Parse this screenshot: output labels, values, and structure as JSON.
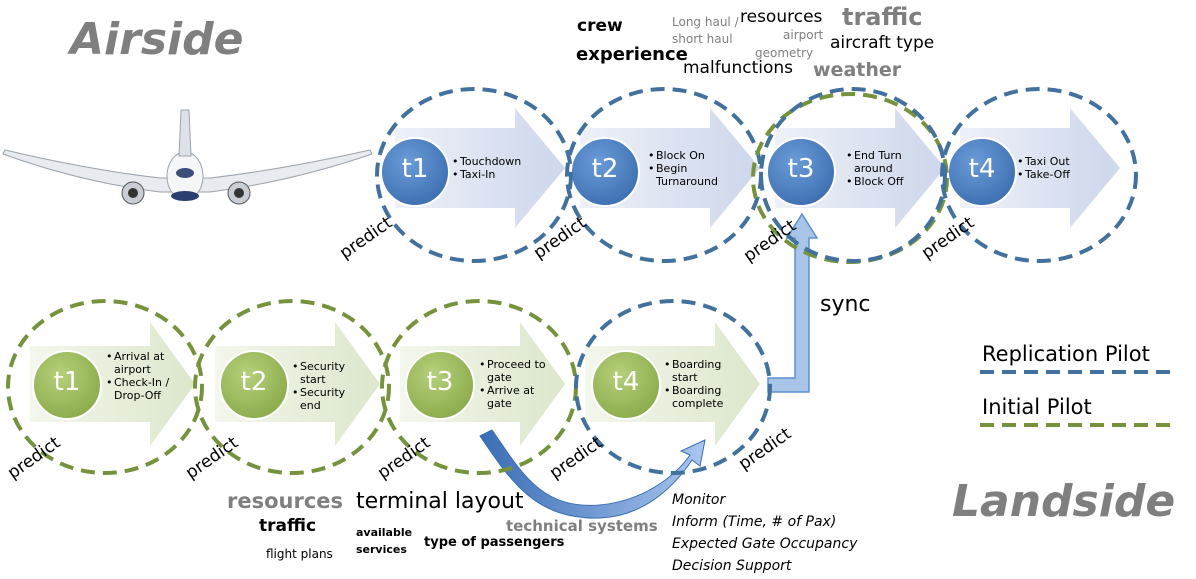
{
  "colors": {
    "replication": "#41719c",
    "initial": "#76923c",
    "blue_circle": "#4a7ebb",
    "green_circle": "#9bbb59",
    "blue_arrow": "#d6dced",
    "green_arrow": "#e2ebd5",
    "sync_arrow": "#a8c4e6"
  },
  "airside": {
    "title": "Airside",
    "steps": [
      {
        "id": "t1",
        "lines": [
          "Touchdown",
          "Taxi-In"
        ]
      },
      {
        "id": "t2",
        "lines": [
          "Block On",
          "Begin Turnaround"
        ]
      },
      {
        "id": "t3",
        "lines": [
          "End Turn around",
          "Block Off"
        ]
      },
      {
        "id": "t4",
        "lines": [
          "Taxi Out",
          "Take-Off"
        ]
      }
    ]
  },
  "landside": {
    "title": "Landside",
    "steps": [
      {
        "id": "t1",
        "lines": [
          "Arrival at airport",
          "Check-In / Drop-Off"
        ]
      },
      {
        "id": "t2",
        "lines": [
          "Security start",
          "Security end"
        ]
      },
      {
        "id": "t3",
        "lines": [
          "Proceed to gate",
          "Arrive at gate"
        ]
      },
      {
        "id": "t4",
        "lines": [
          "Boarding start",
          "Boarding complete"
        ]
      }
    ]
  },
  "predict_label": "predict",
  "sync_label": "sync",
  "airside_keywords": {
    "crew": "crew",
    "experience": "experience",
    "long_haul": "Long haul /",
    "short_haul": "short haul",
    "resources": "resources",
    "traffic": "traffic",
    "airport": "airport",
    "geometry": "geometry",
    "aircraft_type": "aircraft type",
    "malfunctions": "malfunctions",
    "weather": "weather"
  },
  "landside_keywords": {
    "resources": "resources",
    "terminal_layout": "terminal layout",
    "traffic": "traffic",
    "technical_systems": "technical systems",
    "available": "available",
    "services": "services",
    "type_of_passengers": "type of passengers",
    "flight_plans": "flight plans"
  },
  "notes": [
    "Monitor",
    "Inform (Time, # of Pax)",
    "Expected Gate Occupancy",
    "Decision Support"
  ],
  "legend": {
    "replication": "Replication Pilot",
    "initial": "Initial Pilot"
  }
}
